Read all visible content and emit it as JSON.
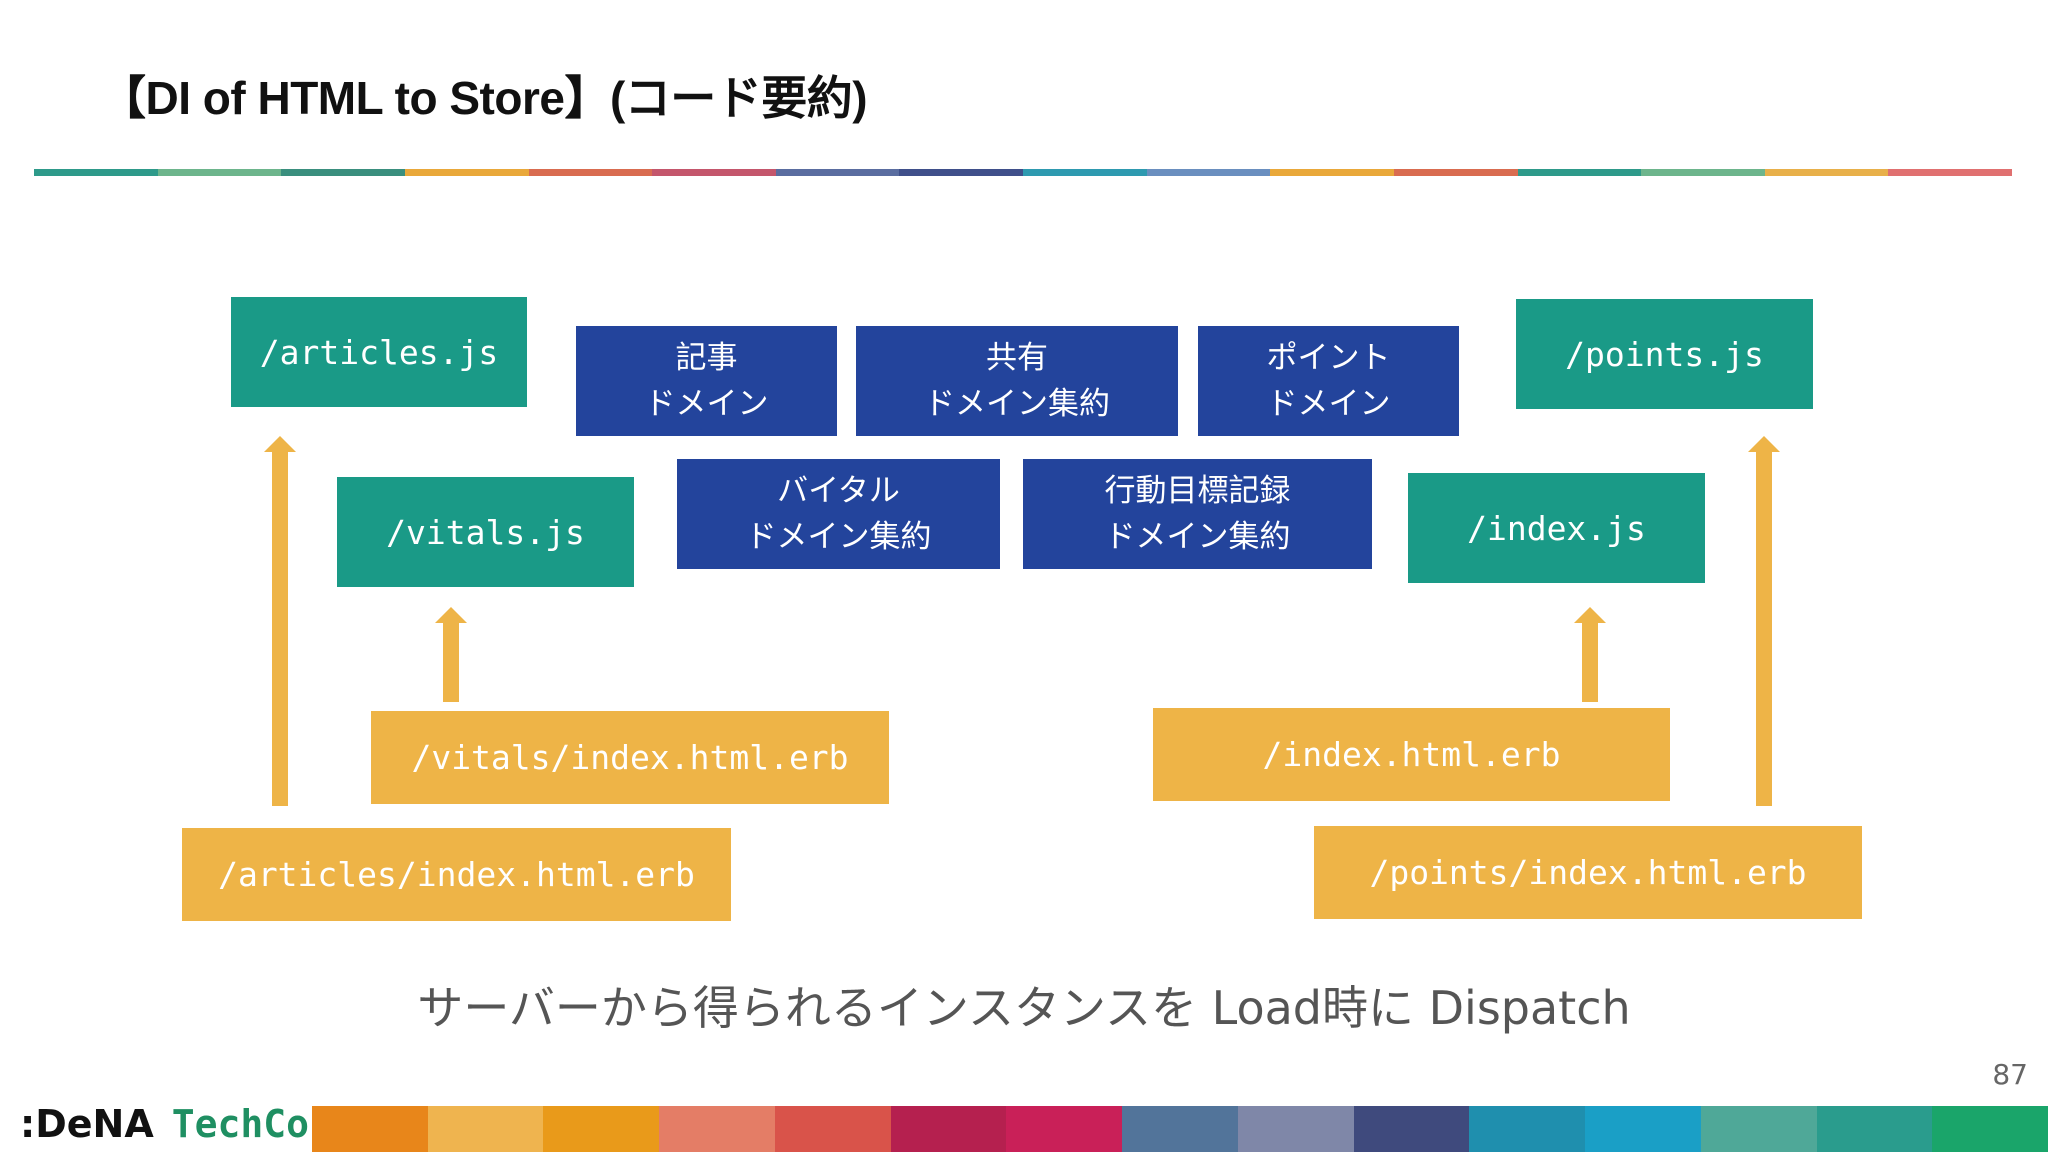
{
  "title": "【DI of HTML to Store】(コード要約)",
  "title_rule_colors": [
    "#2e9a8a",
    "#6db58c",
    "#3a8f7e",
    "#e9a83a",
    "#d96c50",
    "#c4566c",
    "#5a6da0",
    "#3f4f8a",
    "#2e9ab0",
    "#6a8fbf",
    "#e9a83a",
    "#d96c50",
    "#2e9a8a",
    "#6db58c",
    "#e8b04a",
    "#e07070"
  ],
  "diagram": {
    "js_boxes": {
      "articles": "/articles.js",
      "vitals": "/vitals.js",
      "index": "/index.js",
      "points": "/points.js"
    },
    "domain_boxes": {
      "kiji": "記事\nドメイン",
      "kyoyu": "共有\nドメイン集約",
      "point": "ポイント\nドメイン",
      "vital": "バイタル\nドメイン集約",
      "kodo": "行動目標記録\nドメイン集約"
    },
    "erb_boxes": {
      "vitals": "/vitals/index.html.erb",
      "articles": "/articles/index.html.erb",
      "index": "/index.html.erb",
      "points": "/points/index.html.erb"
    }
  },
  "colors": {
    "js_box": "#1a9a87",
    "erb_box": "#eeb447",
    "domain_box": "#23449c",
    "arrow": "#eeb447"
  },
  "caption": "サーバーから得られるインスタンスを Load時に Dispatch",
  "page_number": "87",
  "footer": {
    "logo_brand": ":DeNA",
    "logo_event": "TechCon",
    "bar_colors": [
      "#e8861a",
      "#efb44f",
      "#e99a1a",
      "#e47d66",
      "#d9534a",
      "#b5204f",
      "#c92058",
      "#52749a",
      "#7f87a8",
      "#3f4a7d",
      "#1f8fae",
      "#1a9fc6",
      "#4fa898",
      "#2a9c8d",
      "#1aa56a"
    ]
  }
}
